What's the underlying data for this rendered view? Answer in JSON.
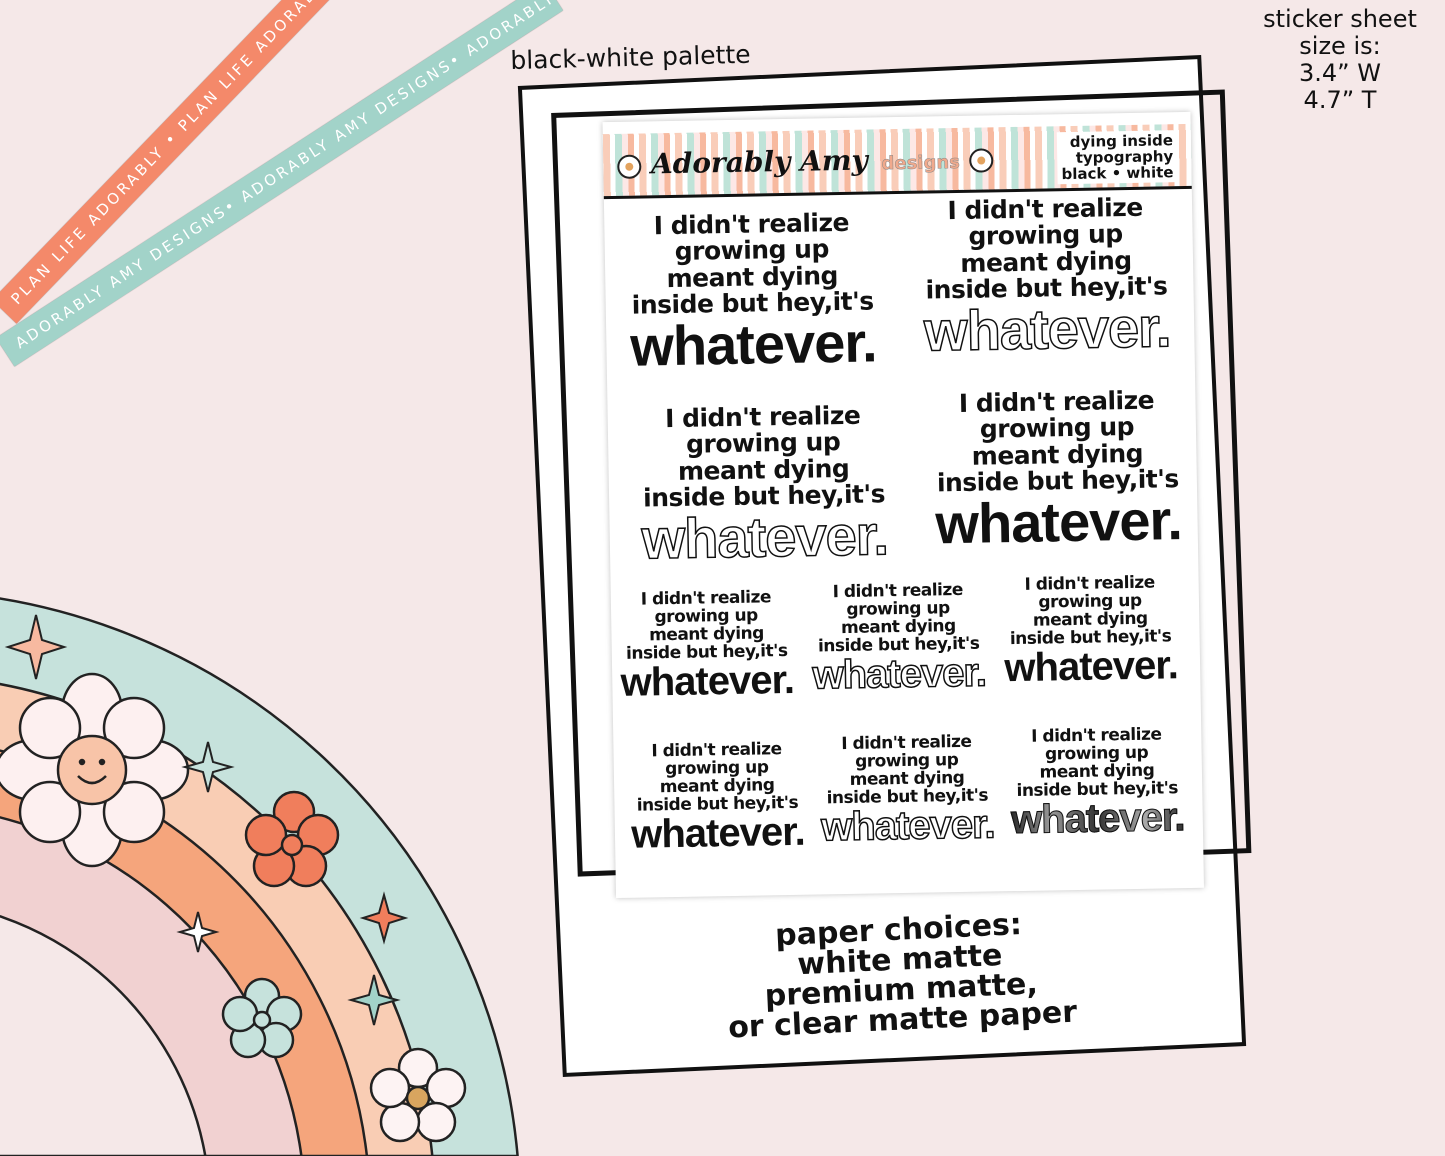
{
  "ribbons": {
    "orange": "PLAN LIFE ADORABLY • PLAN LIFE ADORABLY • PLAN LIFE ADORABLY •",
    "teal": "ADORABLY AMY DESIGNS• ADORABLY AMY DESIGNS• ADORABLY AMY DESIGNS•"
  },
  "palette_title": "black-white palette",
  "size_info": [
    "sticker sheet",
    "size is:",
    "3.4” W",
    "4.7” T"
  ],
  "sheet": {
    "logo": "Adorably Amy",
    "logo_suffix": "designs",
    "label": [
      "dying inside",
      "typography",
      "black • white"
    ]
  },
  "sticker_text": {
    "lines": [
      "I didn't realize",
      "growing up",
      "meant dying",
      "inside but hey,it's"
    ],
    "word": "whatever."
  },
  "sticker_variants": [
    "filled",
    "outline",
    "outline",
    "filled",
    "filled",
    "outline",
    "filled",
    "filled",
    "outline",
    "gray"
  ],
  "paper_choices": [
    "paper choices:",
    "white matte",
    "premium matte,",
    "or clear matte paper"
  ],
  "colors": {
    "background": "#f5e8e8",
    "orange": "#f4896a",
    "teal": "#a2d3c9",
    "peach": "#f9c9b0",
    "pink": "#f2d2d2"
  }
}
